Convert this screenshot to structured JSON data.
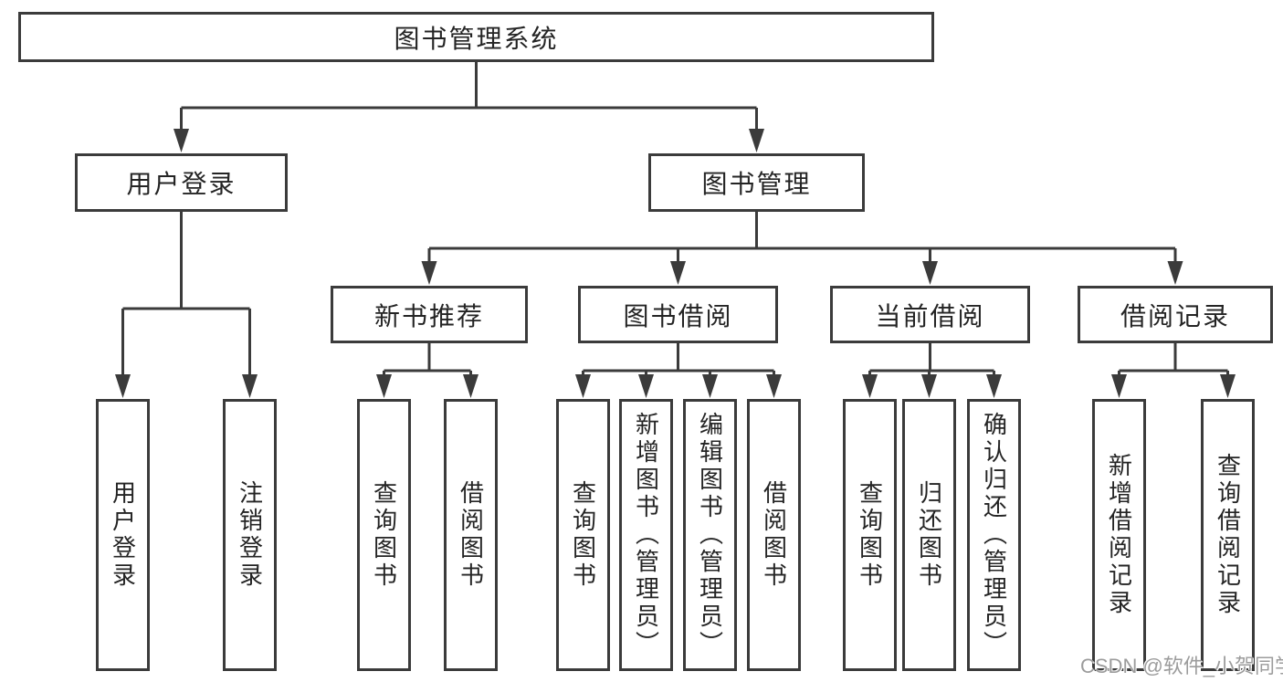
{
  "diagram": {
    "root": {
      "label": "图书管理系统"
    },
    "level2": [
      {
        "label": "用户登录"
      },
      {
        "label": "图书管理"
      }
    ],
    "level3": [
      {
        "label": "新书推荐",
        "parent": "图书管理"
      },
      {
        "label": "图书借阅",
        "parent": "图书管理"
      },
      {
        "label": "当前借阅",
        "parent": "图书管理"
      },
      {
        "label": "借阅记录",
        "parent": "图书管理"
      }
    ],
    "leaves": [
      {
        "label": "用户登录",
        "parent": "用户登录"
      },
      {
        "label": "注销登录",
        "parent": "用户登录"
      },
      {
        "label": "查询图书",
        "parent": "新书推荐"
      },
      {
        "label": "借阅图书",
        "parent": "新书推荐"
      },
      {
        "label": "查询图书",
        "parent": "图书借阅"
      },
      {
        "label": "新增图书（管理员）",
        "parent": "图书借阅"
      },
      {
        "label": "编辑图书（管理员）",
        "parent": "图书借阅"
      },
      {
        "label": "借阅图书",
        "parent": "图书借阅"
      },
      {
        "label": "查询图书",
        "parent": "当前借阅"
      },
      {
        "label": "归还图书",
        "parent": "当前借阅"
      },
      {
        "label": "确认归还（管理员）",
        "parent": "当前借阅"
      },
      {
        "label": "新增借阅记录",
        "parent": "借阅记录"
      },
      {
        "label": "查询借阅记录",
        "parent": "借阅记录"
      }
    ],
    "watermark": "CSDN @软件_小贺同学",
    "colors": {
      "line": "#3b3b3b",
      "text": "#242424",
      "watermark": "#9c9c9c",
      "background": "#ffffff"
    }
  }
}
